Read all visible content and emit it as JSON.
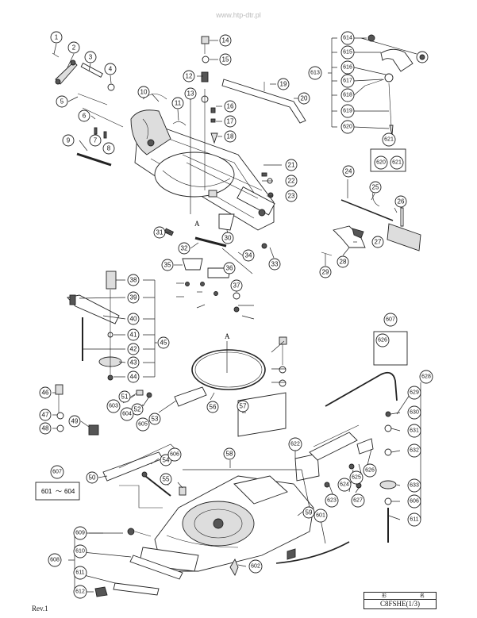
{
  "watermark": "www.htp-dtr.pl",
  "revision": "Rev.1",
  "model": {
    "header_left": "形",
    "header_right": "名",
    "code": "C8FSHE(1/3)"
  },
  "section_markers": {
    "upper": "A",
    "lower": "A"
  },
  "range_label": {
    "from": "601",
    "separator": "～",
    "to": "604"
  },
  "callouts": [
    "1",
    "2",
    "3",
    "4",
    "5",
    "6",
    "7",
    "8",
    "9",
    "10",
    "11",
    "12",
    "13",
    "14",
    "15",
    "16",
    "17",
    "18",
    "19",
    "20",
    "21",
    "22",
    "23",
    "24",
    "25",
    "26",
    "27",
    "28",
    "29",
    "30",
    "31",
    "32",
    "33",
    "34",
    "35",
    "36",
    "37",
    "38",
    "39",
    "40",
    "41",
    "42",
    "43",
    "44",
    "45",
    "46",
    "47",
    "48",
    "49",
    "50",
    "51",
    "52",
    "53",
    "54",
    "55",
    "56",
    "57",
    "58",
    "59",
    "601",
    "602",
    "603",
    "604",
    "605",
    "606",
    "607",
    "608",
    "609",
    "610",
    "611",
    "612",
    "613",
    "614",
    "615",
    "616",
    "617",
    "618",
    "619",
    "620",
    "621",
    "622",
    "623",
    "624",
    "625",
    "626",
    "627",
    "628",
    "629",
    "630",
    "631",
    "632",
    "633",
    "606",
    "611",
    "607",
    "620",
    "621",
    "626"
  ]
}
